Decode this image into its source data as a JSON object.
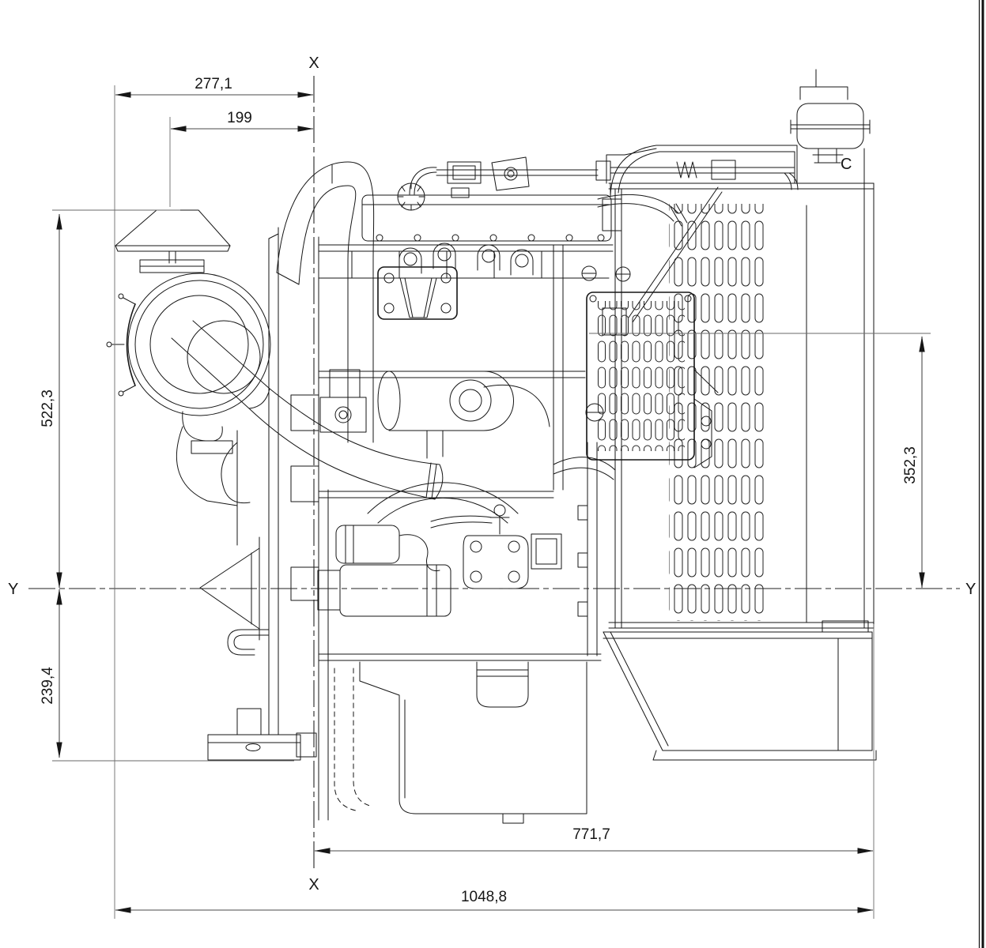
{
  "drawing": {
    "type": "engineering-dimension-drawing",
    "subject": "diesel engine side view with air cleaner and radiator",
    "axis_markers": {
      "x": "X",
      "y": "Y"
    },
    "dimensions": {
      "front_overhang": {
        "label": "277,1"
      },
      "air_cleaner_offset": {
        "label": "199"
      },
      "height_above_crankshaft": {
        "label": "522,3"
      },
      "height_below_crankshaft": {
        "label": "239,4"
      },
      "radiator_upper_height": {
        "label": "352,3"
      },
      "rear_length": {
        "label": "771,7"
      },
      "overall_length": {
        "label": "1048,8"
      }
    },
    "part_marks": {
      "radiator_mark": "C"
    }
  }
}
